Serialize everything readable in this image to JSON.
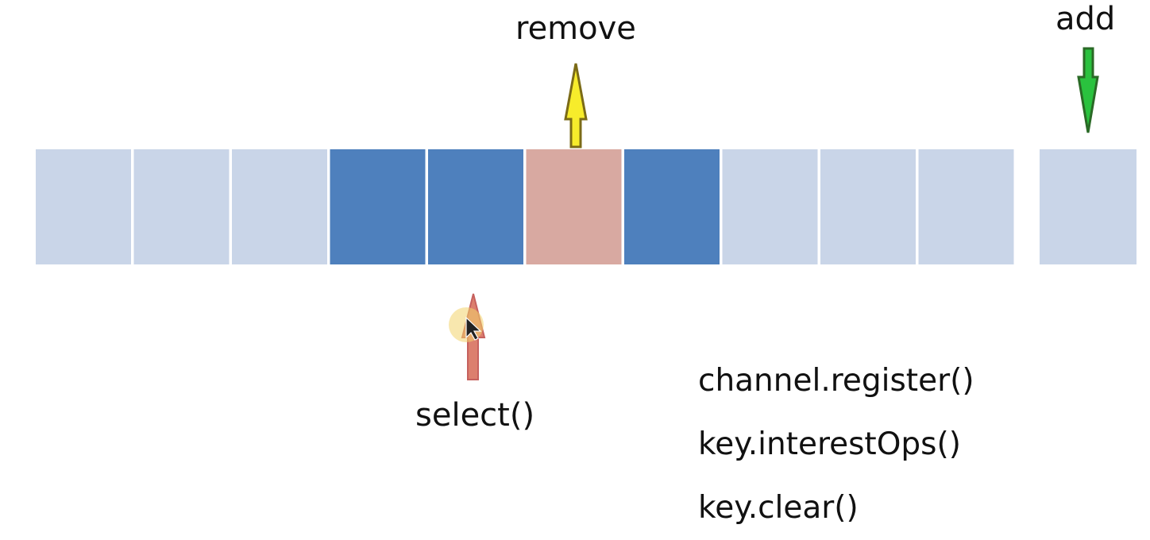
{
  "colors": {
    "empty": "#c9d5e8",
    "selected": "#4e80bd",
    "removed": "#d8a9a1",
    "remove_arrow": "#f7ec2b",
    "remove_arrow_outline": "#7b6b17",
    "add_arrow": "#2ac23e",
    "add_arrow_outline": "#2a6a26",
    "select_arrow": "#d9725f",
    "select_arrow_outline": "#c0504d"
  },
  "slots": [
    "empty",
    "empty",
    "empty",
    "selected",
    "selected",
    "removed",
    "selected",
    "empty",
    "empty",
    "empty"
  ],
  "extra_slot": "empty",
  "labels": {
    "remove": "remove",
    "add": "add",
    "select": "select()"
  },
  "methods": [
    "channel.register()",
    "key.interestOps()",
    "key.clear()"
  ]
}
